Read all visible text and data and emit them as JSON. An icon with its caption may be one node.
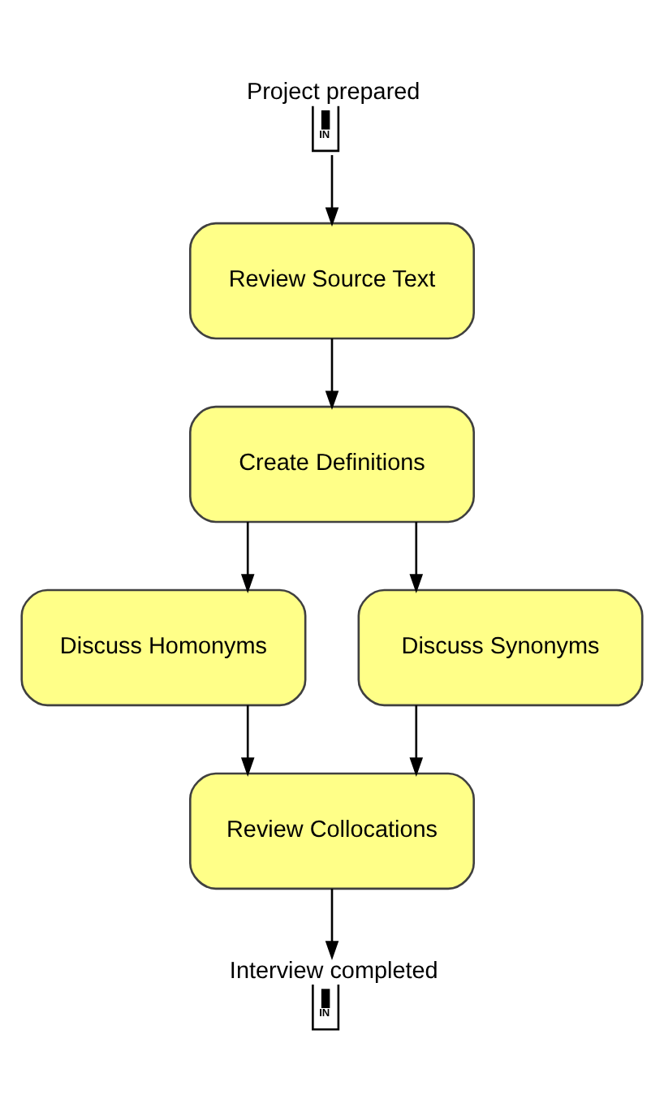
{
  "diagram": {
    "nodes": [
      {
        "text": [
          "IN"
        ],
        "beside": [
          "Project prepared"
        ]
      },
      {
        "text": [
          "Review Source Text"
        ]
      },
      {
        "text": [
          "Create Definitions"
        ]
      },
      {
        "text": [
          "Discuss Homonyms"
        ]
      },
      {
        "text": [
          "Discuss Synonyms"
        ]
      },
      {
        "text": [
          "Review Collocations"
        ]
      },
      {
        "text": [
          "IN"
        ],
        "beside": [
          "Interview completed"
        ]
      }
    ],
    "edges": [
      {
        "from": 0,
        "to": 1,
        "arrow": "to"
      },
      {
        "from": 1,
        "to": 2,
        "arrow": "to"
      },
      {
        "from": 2,
        "to": 3,
        "arrow": "to"
      },
      {
        "from": 2,
        "to": 4,
        "arrow": "to"
      },
      {
        "from": 3,
        "to": 5,
        "arrow": "to"
      },
      {
        "from": 4,
        "to": 5,
        "arrow": "to"
      },
      {
        "from": 5,
        "to": 6,
        "arrow": "to"
      }
    ]
  }
}
